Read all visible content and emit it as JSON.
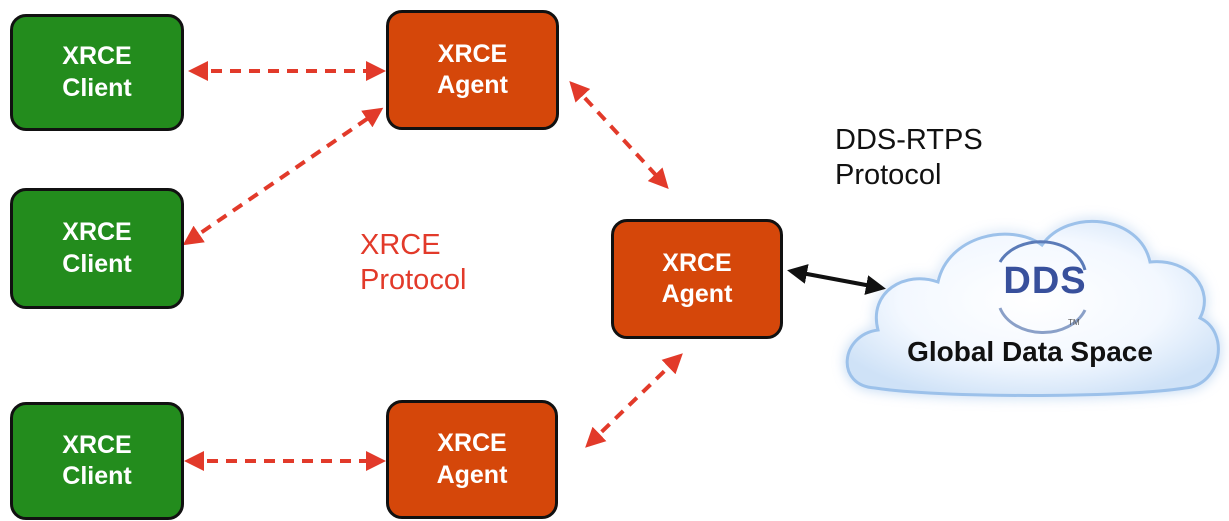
{
  "nodes": {
    "client1": {
      "line1": "XRCE",
      "line2": "Client"
    },
    "client2": {
      "line1": "XRCE",
      "line2": "Client"
    },
    "client3": {
      "line1": "XRCE",
      "line2": "Client"
    },
    "agent_top": {
      "line1": "XRCE",
      "line2": "Agent"
    },
    "agent_mid": {
      "line1": "XRCE",
      "line2": "Agent"
    },
    "agent_bottom": {
      "line1": "XRCE",
      "line2": "Agent"
    }
  },
  "labels": {
    "xrce_protocol": {
      "line1": "XRCE",
      "line2": "Protocol"
    },
    "rtps_protocol": {
      "line1": "DDS-RTPS",
      "line2": "Protocol"
    }
  },
  "cloud": {
    "logo": "DDS",
    "trademark": "TM",
    "title": "Global Data Space"
  },
  "colors": {
    "client": "#238c1d",
    "agent": "#d5470a",
    "xrce_link": "#e23a2a",
    "rtps_link": "#111111"
  },
  "icons": {
    "cloud": "cloud-icon",
    "logo": "dds-logo-icon"
  }
}
